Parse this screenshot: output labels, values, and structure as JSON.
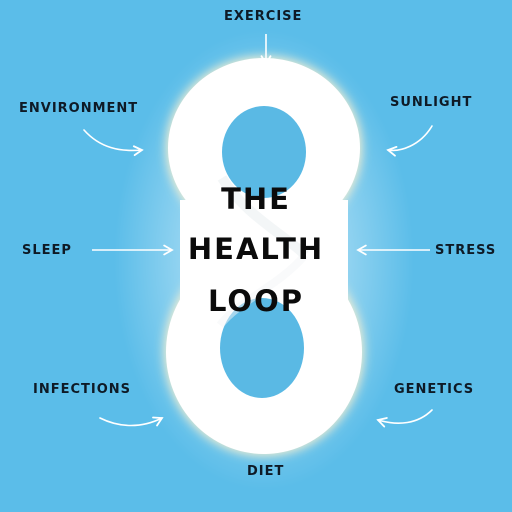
{
  "title": {
    "line1": "THE",
    "line2": "HEALTH",
    "line3": "LOOP"
  },
  "factors": {
    "exercise": "EXERCISE",
    "environment": "ENVIRONMENT",
    "sunlight": "SUNLIGHT",
    "sleep": "SLEEP",
    "stress": "STRESS",
    "infections": "INFECTIONS",
    "genetics": "GENETICS",
    "diet": "DIET"
  },
  "colors": {
    "background": "#5bbde9",
    "loop": "#ffffff",
    "glow": "#fff6d8",
    "arrow": "#ffffff",
    "text": "#0e1a26"
  }
}
